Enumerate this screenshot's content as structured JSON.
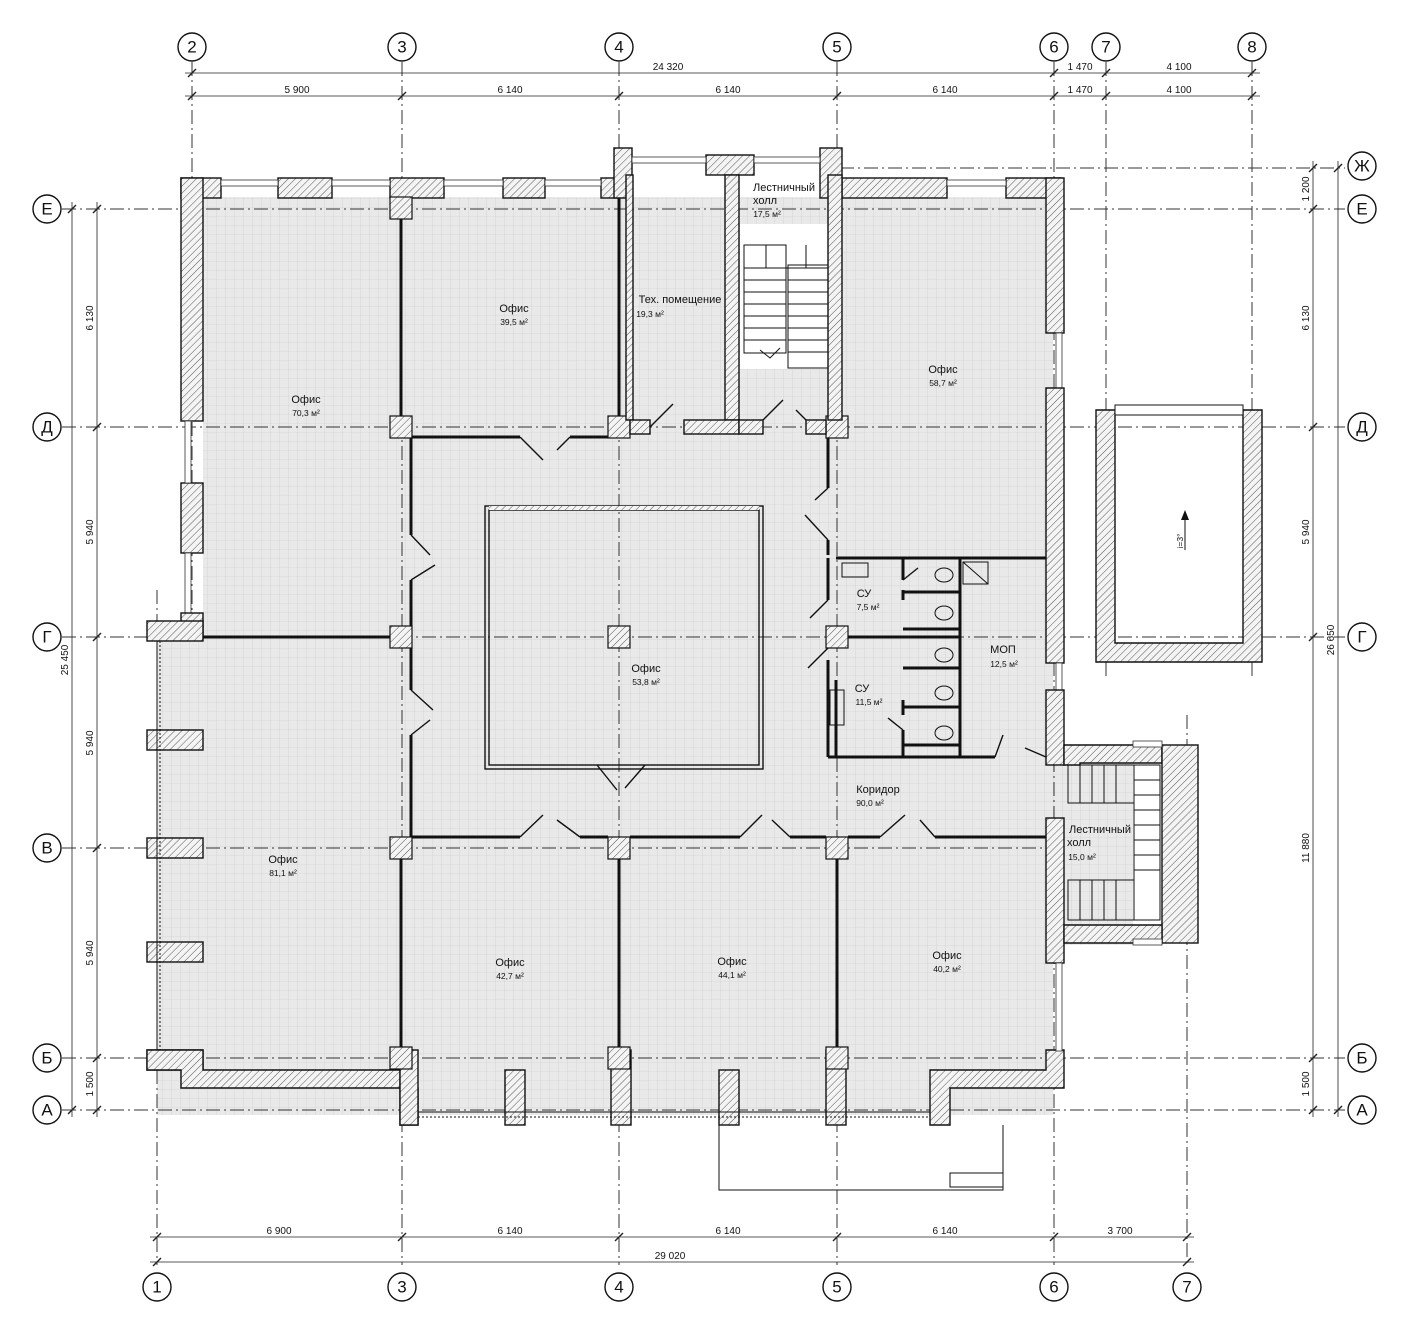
{
  "axes": {
    "top": [
      "2",
      "3",
      "4",
      "5",
      "6",
      "7",
      "8"
    ],
    "bottom": [
      "1",
      "3",
      "4",
      "5",
      "6",
      "7"
    ],
    "rows": [
      "Ж",
      "Е",
      "Д",
      "Г",
      "В",
      "Б",
      "А"
    ]
  },
  "dimensions": {
    "top_overall": "24 320",
    "top_overall_right_a": "1 470",
    "top_overall_right_b": "4 100",
    "top_chain": [
      "5 900",
      "6 140",
      "6 140",
      "6 140",
      "1 470",
      "4 100"
    ],
    "bottom_chain": [
      "6 900",
      "6 140",
      "6 140",
      "6 140",
      "3 700"
    ],
    "bottom_overall": "29 020",
    "left_chain": [
      "6 130",
      "5 940",
      "5 940",
      "5 940",
      "1 500"
    ],
    "left_overall": "25 450",
    "right_chain": [
      "1 200",
      "6 130",
      "5 940",
      "11 880",
      "1 500"
    ],
    "right_overall": "26 650"
  },
  "rooms": [
    {
      "name": "Офис",
      "area": "70,3 м²"
    },
    {
      "name": "Офис",
      "area": "39,5 м²"
    },
    {
      "name": "Тех. помещение",
      "area": "19,3 м²"
    },
    {
      "name_line1": "Лестничный",
      "name_line2": "холл",
      "area": "17,5 м²"
    },
    {
      "name": "Офис",
      "area": "58,7 м²"
    },
    {
      "name": "СУ",
      "area": "7,5 м²"
    },
    {
      "name": "МОП",
      "area": "12,5 м²"
    },
    {
      "name": "СУ",
      "area": "11,5 м²"
    },
    {
      "name": "Офис",
      "area": "53,8 м²"
    },
    {
      "name": "Коридор",
      "area": "90,0 м²"
    },
    {
      "name_line1": "Лестничный",
      "name_line2": "холл",
      "area": "15,0 м²"
    },
    {
      "name": "Офис",
      "area": "81,1 м²"
    },
    {
      "name": "Офис",
      "area": "42,7 м²"
    },
    {
      "name": "Офис",
      "area": "44,1 м²"
    },
    {
      "name": "Офис",
      "area": "40,2 м²"
    }
  ],
  "slope_label": "i=3°"
}
